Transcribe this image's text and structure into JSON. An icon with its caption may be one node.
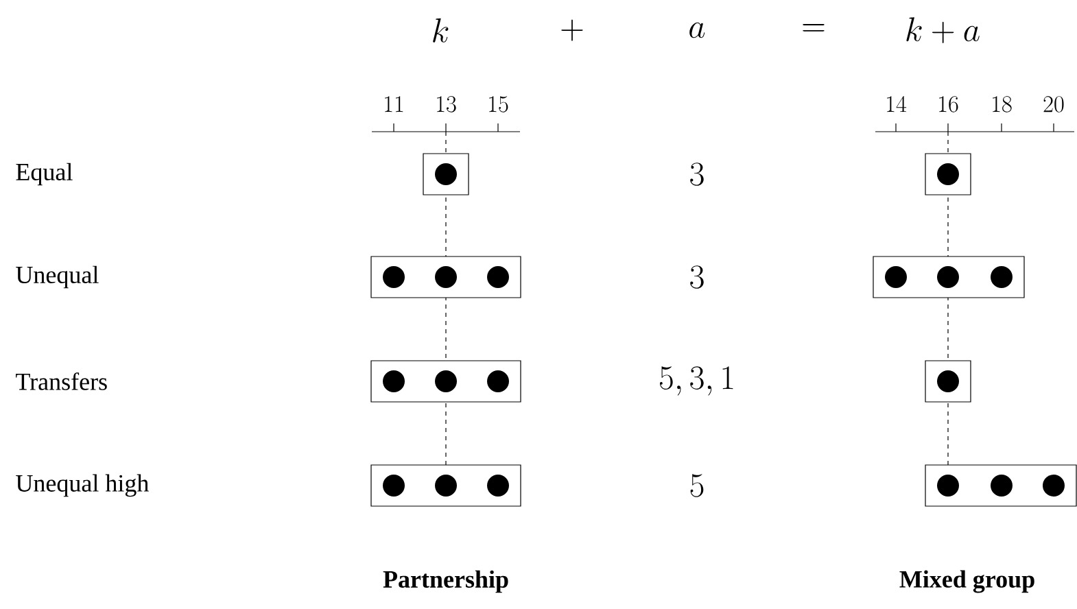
{
  "diagram": {
    "nodes": [
      {
        "text": [],
        "shape": "box"
      },
      {
        "text": [],
        "shape": "box"
      },
      {
        "text": [],
        "shape": "box"
      },
      {
        "text": [],
        "shape": "box"
      },
      {
        "text": [],
        "shape": "box"
      },
      {
        "text": [],
        "shape": "box"
      },
      {
        "text": [],
        "shape": "box"
      },
      {
        "text": [],
        "shape": "box"
      }
    ],
    "labels": [
      "k",
      "+",
      "a",
      "=",
      "k + a",
      "11",
      "13",
      "15",
      "14",
      "16",
      "18",
      "20",
      "Equal",
      "3",
      "Unequal",
      "3",
      "Transfers",
      "5, 3, 1",
      "Unequal high",
      "5",
      "Partnership",
      "Mixed group"
    ]
  }
}
